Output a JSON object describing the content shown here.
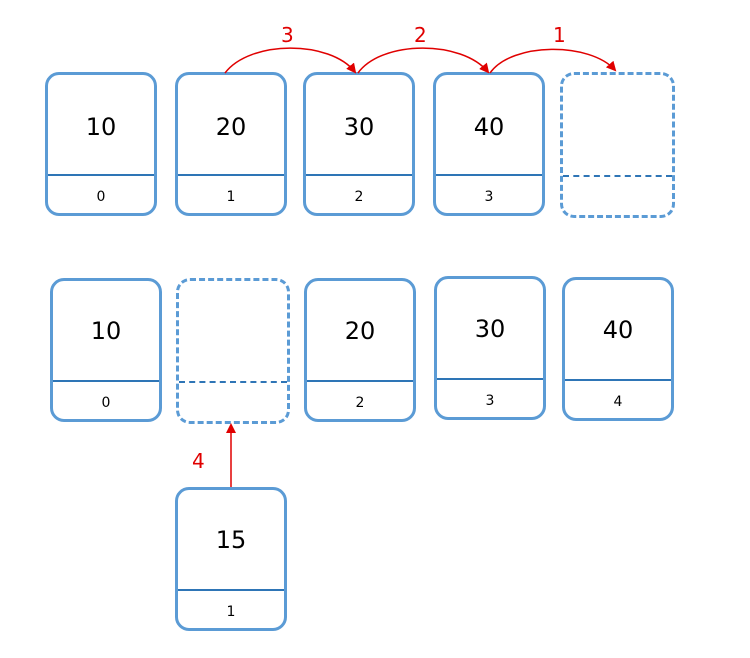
{
  "top_row": [
    {
      "value": "10",
      "index": "0",
      "style": "solid"
    },
    {
      "value": "20",
      "index": "1",
      "style": "solid"
    },
    {
      "value": "30",
      "index": "2",
      "style": "solid"
    },
    {
      "value": "40",
      "index": "3",
      "style": "solid"
    },
    {
      "value": "",
      "index": "",
      "style": "dashed"
    }
  ],
  "bottom_row": [
    {
      "value": "10",
      "index": "0",
      "style": "solid"
    },
    {
      "value": "",
      "index": "",
      "style": "dashed"
    },
    {
      "value": "20",
      "index": "2",
      "style": "solid"
    },
    {
      "value": "30",
      "index": "3",
      "style": "solid"
    },
    {
      "value": "40",
      "index": "4",
      "style": "solid"
    }
  ],
  "insert_box": {
    "value": "15",
    "index": "1"
  },
  "steps": {
    "shift_40": "1",
    "shift_30": "2",
    "shift_20": "3",
    "insert_15": "4"
  },
  "colors": {
    "box_border": "#5b9bd5",
    "divider": "#2e75b6",
    "arrow": "#e00000"
  }
}
